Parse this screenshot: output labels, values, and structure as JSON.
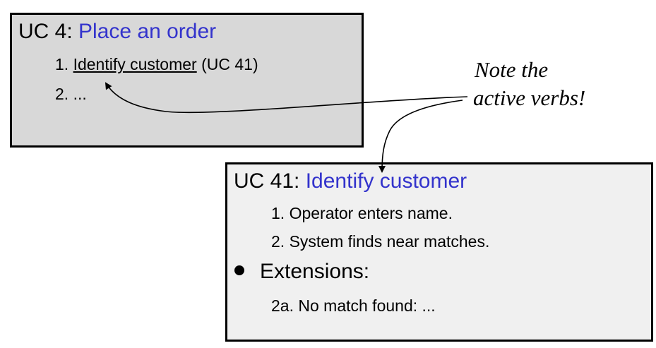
{
  "uc4": {
    "prefix": "UC 4: ",
    "title": "Place an order",
    "step1_num": "1. ",
    "step1_link": "Identify customer",
    "step1_ref": " (UC 41)",
    "step2": "2. ..."
  },
  "uc41": {
    "prefix": "UC 41: ",
    "title": "Identify customer",
    "steps": [
      "1. Operator enters name.",
      "2. System finds near matches."
    ],
    "extensions_label": "Extensions:",
    "extension_items": [
      "2a. No match found: ..."
    ]
  },
  "note": {
    "line1": "Note the",
    "line2": "active verbs!"
  },
  "colors": {
    "accent": "#3333cc",
    "uc4_background": "#d8d8d8",
    "uc41_background": "#f0f0f0"
  }
}
